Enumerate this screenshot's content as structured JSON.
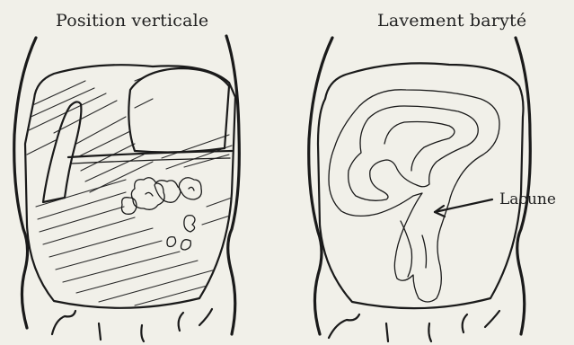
{
  "figure": {
    "left_panel": {
      "caption": "Position verticale"
    },
    "right_panel": {
      "caption": "Lavement baryté",
      "annotation": "Lacune"
    }
  }
}
